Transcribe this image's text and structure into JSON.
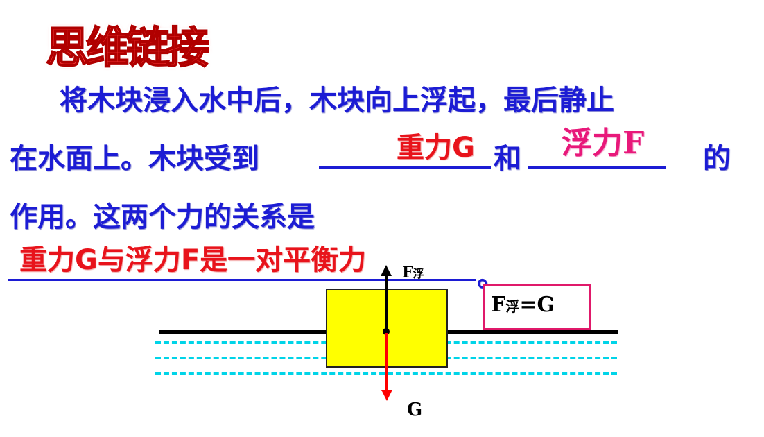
{
  "title": "思维链接",
  "question": {
    "line1": "将木块浸入水中后，木块向上浮起，最后静止",
    "line2_start": "在水面上。木块受到",
    "line2_and": "和",
    "line2_end": "的",
    "line3": "作用。这两个力的关系是",
    "line4_end": "。"
  },
  "answers": {
    "blank1": "重力G",
    "blank2": "浮力F",
    "relation": "重力G与浮力F是一对平衡力"
  },
  "diagram": {
    "upward_force_main": "F",
    "upward_force_sub": "浮",
    "downward_force": "G",
    "equation_main": "F",
    "equation_sub": "浮",
    "equation_rest": "=G",
    "colors": {
      "block": "#ffff00",
      "water": "#00d4e8",
      "gravity_arrow": "#ff0000",
      "buoyancy_arrow": "#000000",
      "box_border": "#e0196a"
    }
  }
}
